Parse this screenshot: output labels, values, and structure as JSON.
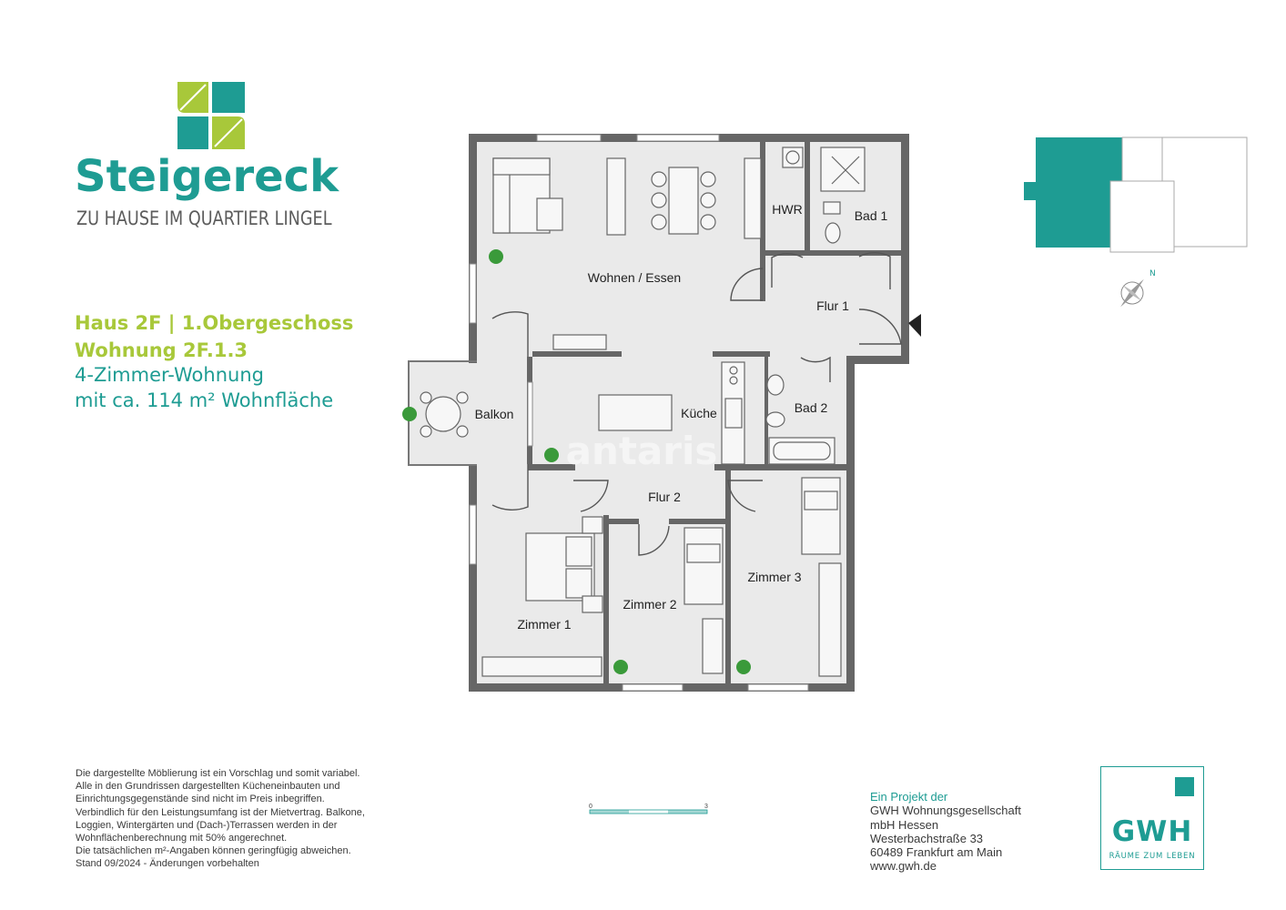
{
  "brand": {
    "name": "Steigereck",
    "tagline": "ZU HAUSE IM QUARTIER LINGEL",
    "colors": {
      "teal": "#1e9c93",
      "lime": "#a8c83a"
    }
  },
  "apartment": {
    "house_floor": "Haus 2F | 1.Obergeschoss",
    "unit": "Wohnung 2F.1.3",
    "rooms": "4-Zimmer-Wohnung",
    "area": "mit ca. 114 m² Wohnfläche"
  },
  "floorplan": {
    "rooms": {
      "wohnen": "Wohnen / Essen",
      "hwr": "HWR",
      "bad1": "Bad 1",
      "flur1": "Flur 1",
      "balkon": "Balkon",
      "kueche": "Küche",
      "bad2": "Bad 2",
      "flur2": "Flur 2",
      "zimmer1": "Zimmer 1",
      "zimmer2": "Zimmer 2",
      "zimmer3": "Zimmer 3"
    },
    "watermark": "antaris"
  },
  "compass": {
    "north_label": "N"
  },
  "scale": {
    "start": "0",
    "end": "3"
  },
  "disclaimer": [
    "Die dargestellte Möblierung ist ein Vorschlag und somit variabel.",
    "Alle in den Grundrissen dargestellten Kücheneinbauten und",
    "Einrichtungsgegenstände sind nicht im Preis inbegriffen.",
    "Verbindlich für den Leistungsumfang ist der Mietvertrag. Balkone,",
    "Loggien, Wintergärten und (Dach-)Terrassen werden in der",
    "Wohnflächenberechnung mit 50% angerechnet.",
    "Die tatsächlichen m²-Angaben können geringfügig abweichen.",
    "Stand 09/2024 - Änderungen vorbehalten"
  ],
  "developer": {
    "lead": "Ein Projekt der",
    "lines": [
      "GWH Wohnungsgesellschaft",
      "mbH Hessen",
      "Westerbachstraße 33",
      "60489 Frankfurt am Main",
      "www.gwh.de"
    ]
  },
  "gwh_logo": {
    "name": "GWH",
    "tagline": "RÄUME ZUM LEBEN"
  }
}
